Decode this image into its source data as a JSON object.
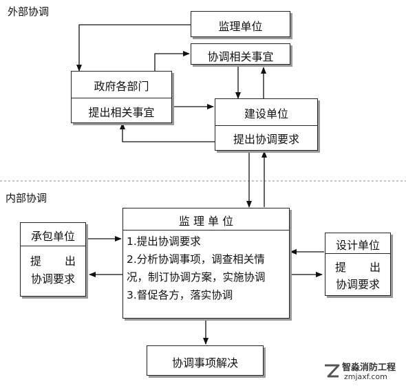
{
  "sections": {
    "external": "外部协调",
    "internal": "内部协调"
  },
  "external": {
    "supervisor": "监理单位",
    "coordination_matters": "协调相关事宜",
    "government": {
      "title": "政府各部门",
      "action": "提出相关事宜"
    },
    "construction": {
      "title": "建设单位",
      "action": "提出协调要求"
    }
  },
  "internal": {
    "supervisor": {
      "title": "监 理 单 位",
      "steps": [
        "1.提出协调要求",
        "2.分析协调事项，调查相关情",
        "况，制订协调方案，实施协调",
        "3.督促各方，落实协调"
      ]
    },
    "contractor": {
      "title": "承包单位",
      "action_chars": [
        "提",
        "出"
      ],
      "action_line2": "协调要求"
    },
    "designer": {
      "title": "设计单位",
      "action_chars": [
        "提",
        "出"
      ],
      "action_line2": "协调要求"
    },
    "result": "协调事项解决"
  },
  "watermark": {
    "brand": "智淼消防工程",
    "url": "zmjaxf.com"
  }
}
